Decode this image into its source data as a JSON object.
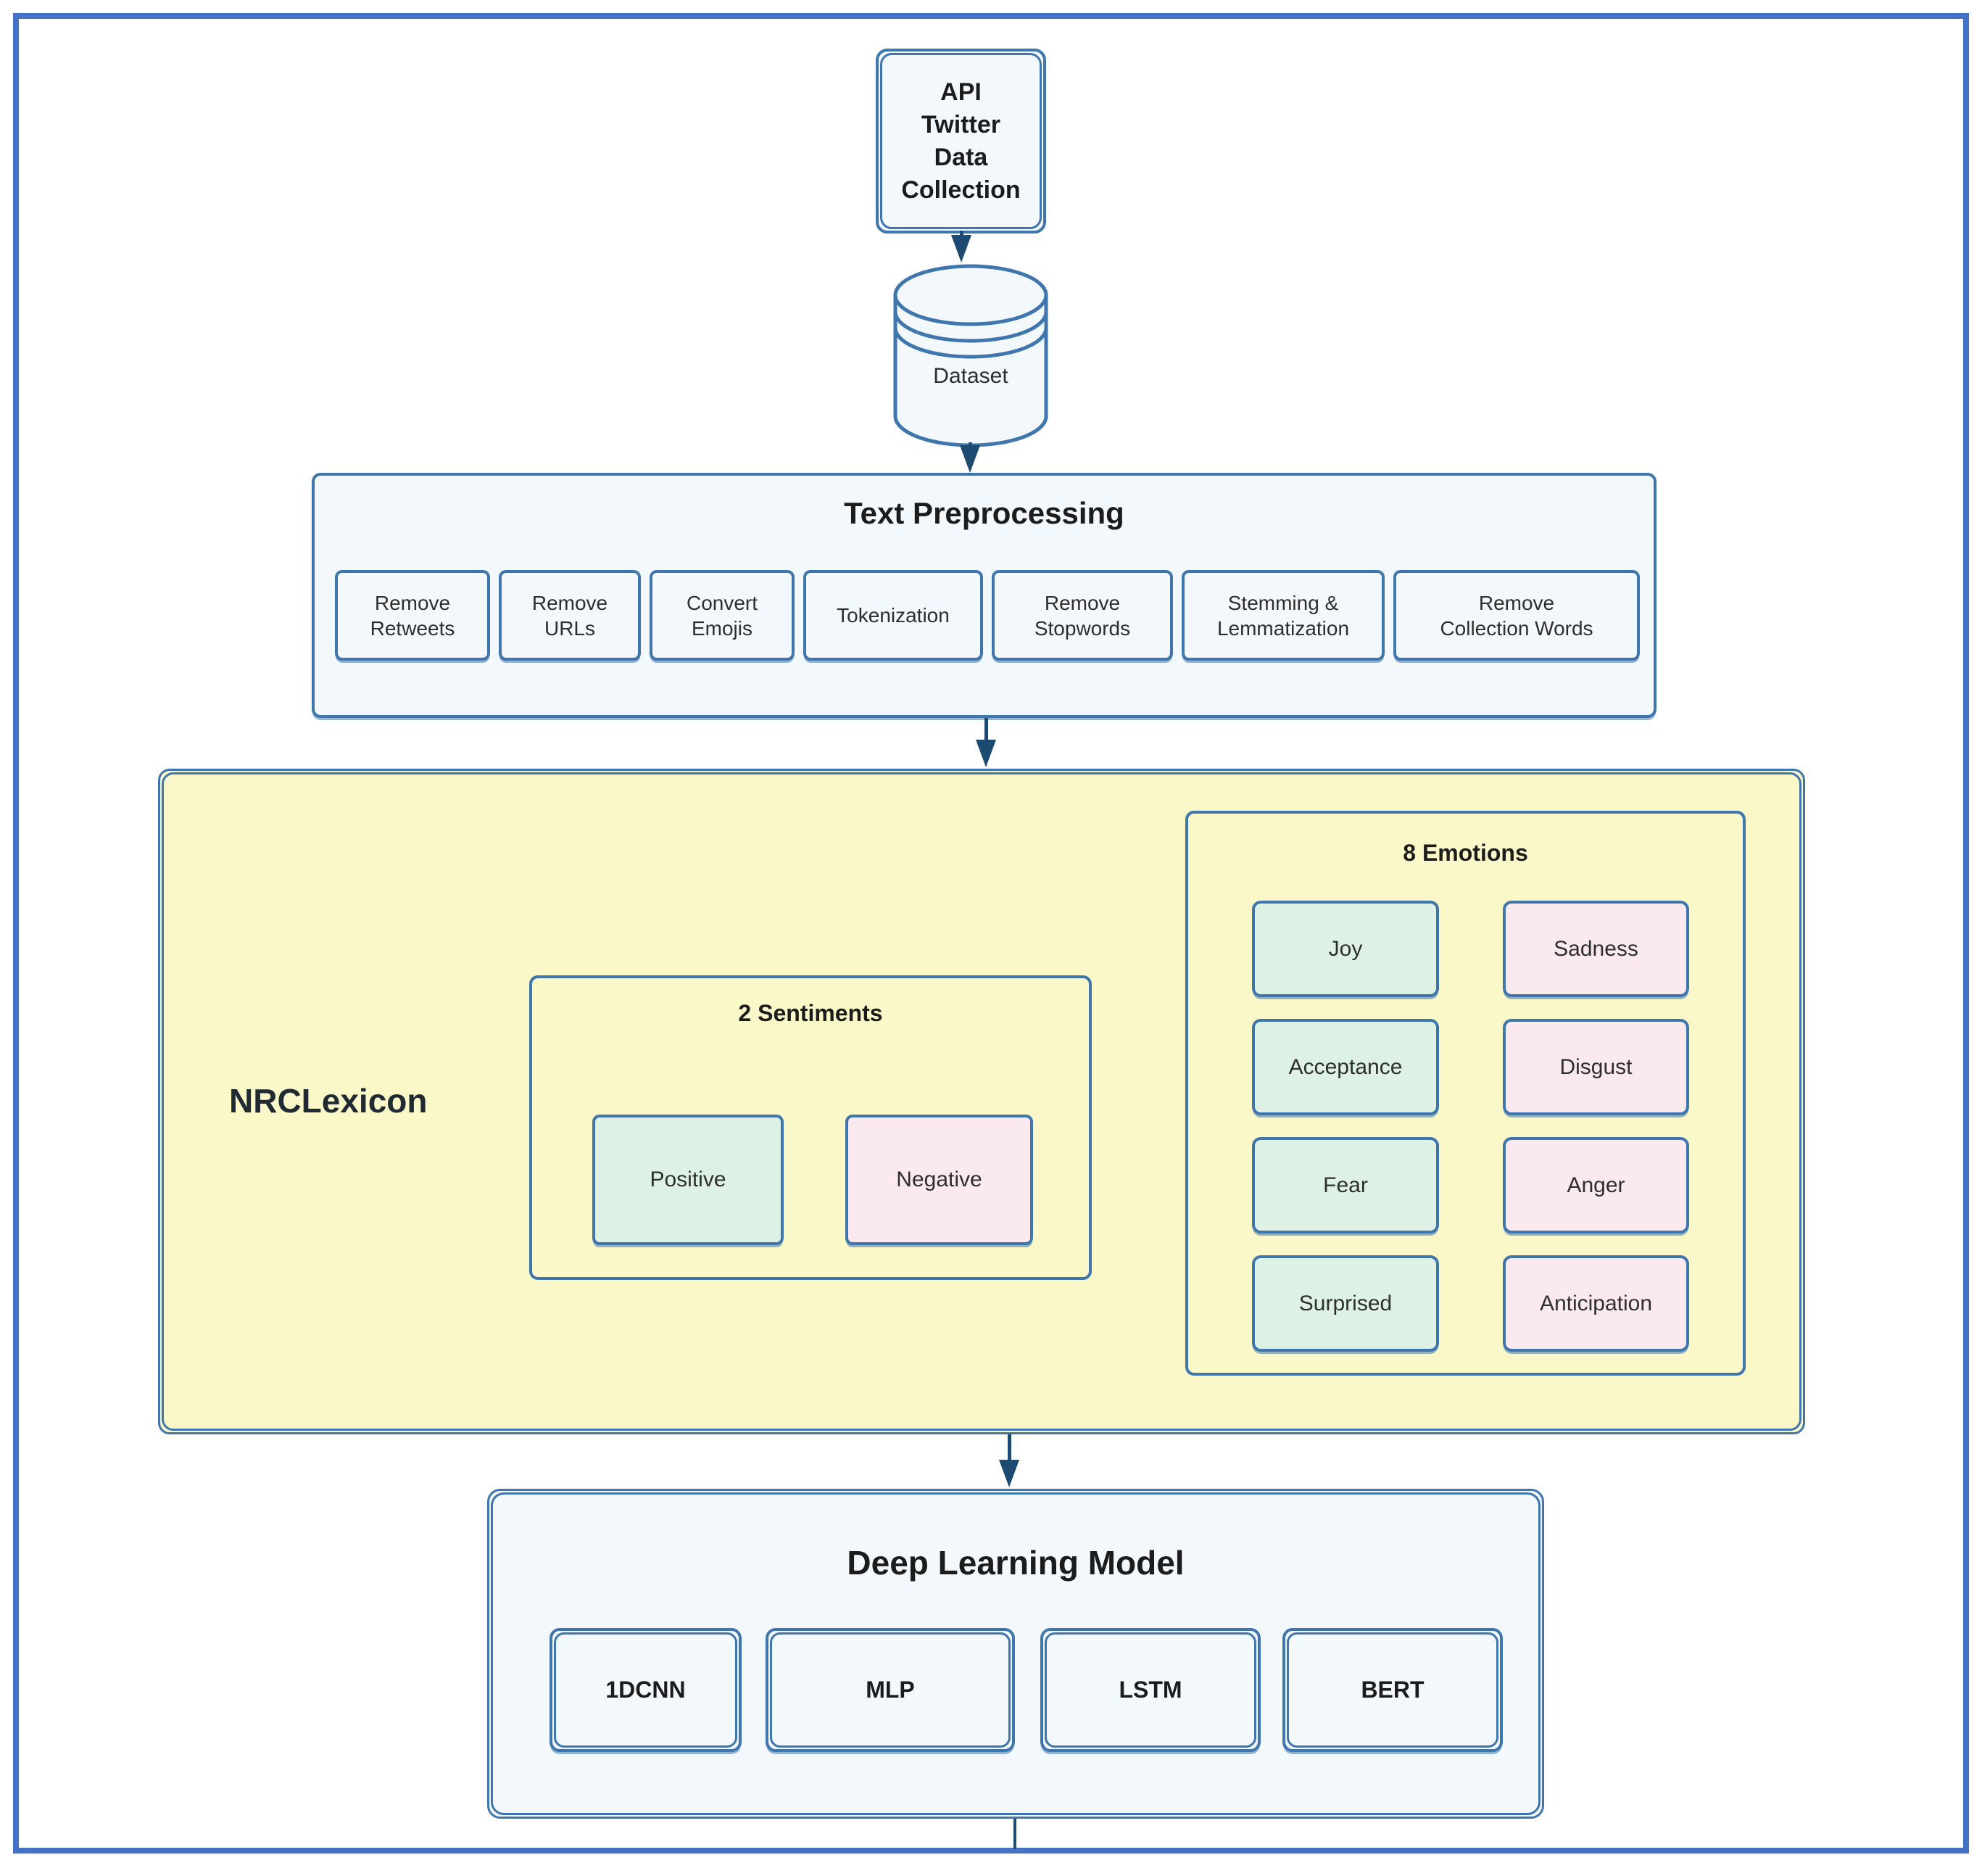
{
  "colors": {
    "frame": "#4472C4",
    "line": "#3F76AE",
    "arrow": "#1C4A70",
    "panel_blue": "#F2F8FC",
    "yellow": "#FAF8C8",
    "mint": "#DDF2E4",
    "pink": "#FAE9EE"
  },
  "api_box": {
    "label": "API\nTwitter\nData\nCollection"
  },
  "dataset": {
    "label": "Dataset"
  },
  "preprocessing": {
    "title": "Text Preprocessing",
    "steps": [
      "Remove\nRetweets",
      "Remove\nURLs",
      "Convert\nEmojis",
      "Tokenization",
      "Remove\nStopwords",
      "Stemming &\nLemmatization",
      "Remove\nCollection Words"
    ]
  },
  "nrc": {
    "label": "NRCLexicon",
    "sentiments": {
      "title": "2 Sentiments",
      "positive": "Positive",
      "negative": "Negative"
    },
    "emotions": {
      "title": "8 Emotions",
      "left": [
        "Joy",
        "Acceptance",
        "Fear",
        "Surprised"
      ],
      "right": [
        "Sadness",
        "Disgust",
        "Anger",
        "Anticipation"
      ]
    }
  },
  "deep_learning": {
    "title": "Deep Learning Model",
    "models": [
      "1DCNN",
      "MLP",
      "LSTM",
      "BERT"
    ]
  }
}
